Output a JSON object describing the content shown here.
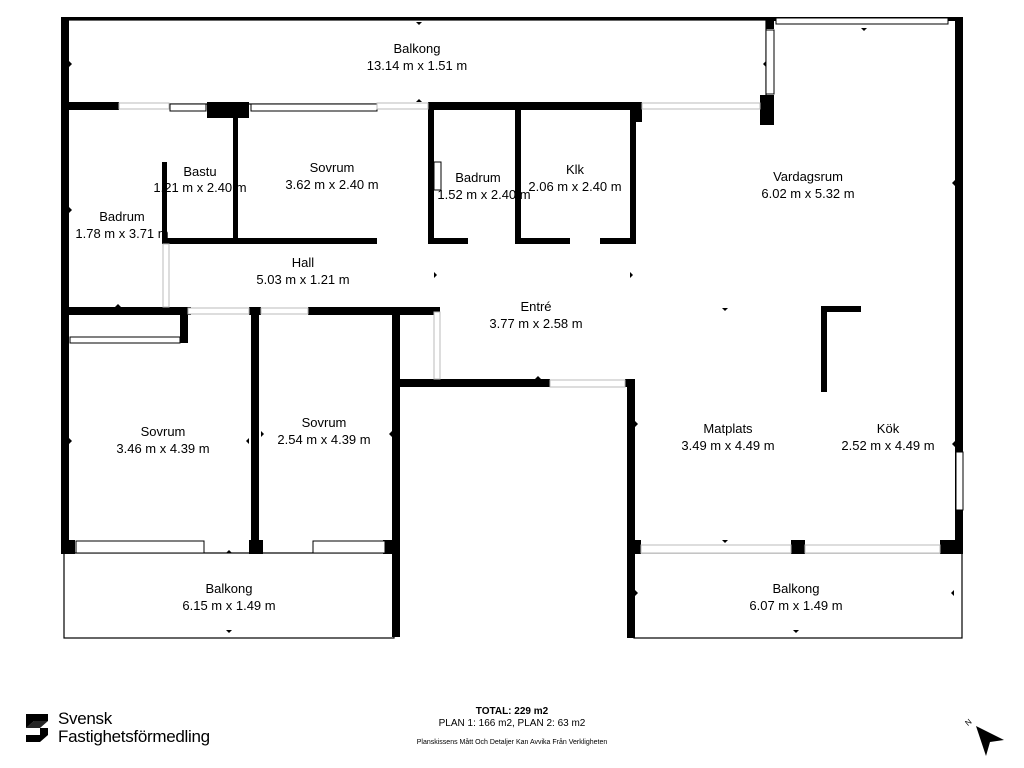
{
  "rooms": [
    {
      "id": "balkong-top",
      "name": "Balkong",
      "dims": "13.14 m x 1.51 m"
    },
    {
      "id": "bastu",
      "name": "Bastu",
      "dims": "1.21 m x 2.40 m"
    },
    {
      "id": "sovrum-top",
      "name": "Sovrum",
      "dims": "3.62 m x 2.40 m"
    },
    {
      "id": "badrum-mid",
      "name": "Badrum",
      "dims": "1.52 m x 2.40 m"
    },
    {
      "id": "klk",
      "name": "Klk",
      "dims": "2.06 m x 2.40 m"
    },
    {
      "id": "vardagsrum",
      "name": "Vardagsrum",
      "dims": "6.02 m x 5.32 m"
    },
    {
      "id": "badrum-left",
      "name": "Badrum",
      "dims": "1.78 m x 3.71 m"
    },
    {
      "id": "hall",
      "name": "Hall",
      "dims": "5.03 m x 1.21 m"
    },
    {
      "id": "entre",
      "name": "Entré",
      "dims": "3.77 m x 2.58 m"
    },
    {
      "id": "sovrum-left",
      "name": "Sovrum",
      "dims": "3.46 m x 4.39 m"
    },
    {
      "id": "sovrum-mid",
      "name": "Sovrum",
      "dims": "2.54 m x 4.39 m"
    },
    {
      "id": "matplats",
      "name": "Matplats",
      "dims": "3.49 m x 4.49 m"
    },
    {
      "id": "kok",
      "name": "Kök",
      "dims": "2.52 m x 4.49 m"
    },
    {
      "id": "balkong-left",
      "name": "Balkong",
      "dims": "6.15 m x 1.49 m"
    },
    {
      "id": "balkong-right",
      "name": "Balkong",
      "dims": "6.07 m x 1.49 m"
    }
  ],
  "footer": {
    "total": "TOTAL: 229 m2",
    "plans": "PLAN 1: 166 m2, PLAN 2: 63 m2",
    "disclaimer": "Planskissens Mått Och Detaljer Kan Avvika Från Verkligheten"
  },
  "logo": {
    "line1": "Svensk",
    "line2": "Fastighetsförmedling"
  },
  "compass": {
    "label": "N"
  }
}
